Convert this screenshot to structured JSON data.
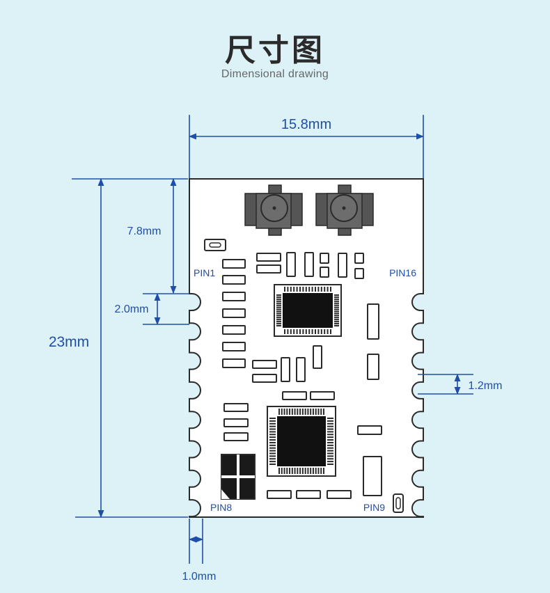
{
  "header": {
    "title": "尺寸图",
    "subtitle": "Dimensional drawing"
  },
  "dimensions": {
    "width": "15.8mm",
    "height": "23mm",
    "top_to_pin1": "7.8mm",
    "pin_pitch": "2.0mm",
    "pad_width": "1.2mm",
    "edge_offset": "1.0mm"
  },
  "pins": {
    "pin1": "PIN1",
    "pin8": "PIN8",
    "pin9": "PIN9",
    "pin16": "PIN16"
  },
  "colors": {
    "background": "#dcf2f7",
    "dimension_line": "#1f4ea8",
    "outline": "#2a2a2a"
  }
}
